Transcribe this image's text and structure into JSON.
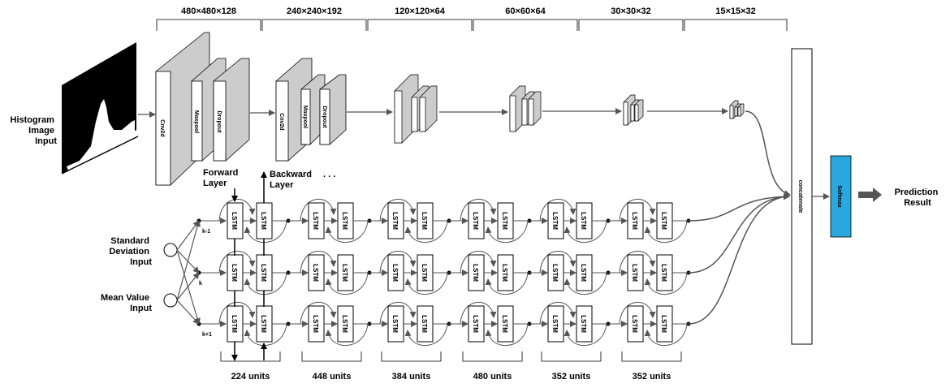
{
  "inputs": {
    "histogram": [
      "Histogram",
      "Image",
      "Input"
    ],
    "std": [
      "Standard",
      "Deviation",
      "Input"
    ],
    "mean": [
      "Mean Value",
      "Input"
    ]
  },
  "cnn": {
    "dims": [
      "480×480×128",
      "240×240×192",
      "120×120×64",
      "60×60×64",
      "30×30×32",
      "15×15×32"
    ],
    "block1": [
      "Cnv2d",
      "Maxpool",
      "Dropout"
    ],
    "block2": [
      "Cnv2d",
      "Maxpool",
      "Dropout"
    ]
  },
  "lstm": {
    "forward": [
      "Forward",
      "Layer"
    ],
    "backward": [
      "Backward",
      "Layer"
    ],
    "ellipsis": ". . .",
    "cell_label": "LSTM",
    "time_labels": [
      "k-1",
      "k",
      "k+1"
    ],
    "units": [
      "224 units",
      "448 units",
      "384 units",
      "480 units",
      "352 units",
      "352 units"
    ]
  },
  "output": {
    "concatenate": "concatenate",
    "softmax": "Softmax",
    "softmax_color": "#29a8e0",
    "prediction": [
      "Prediction",
      "Result"
    ]
  }
}
